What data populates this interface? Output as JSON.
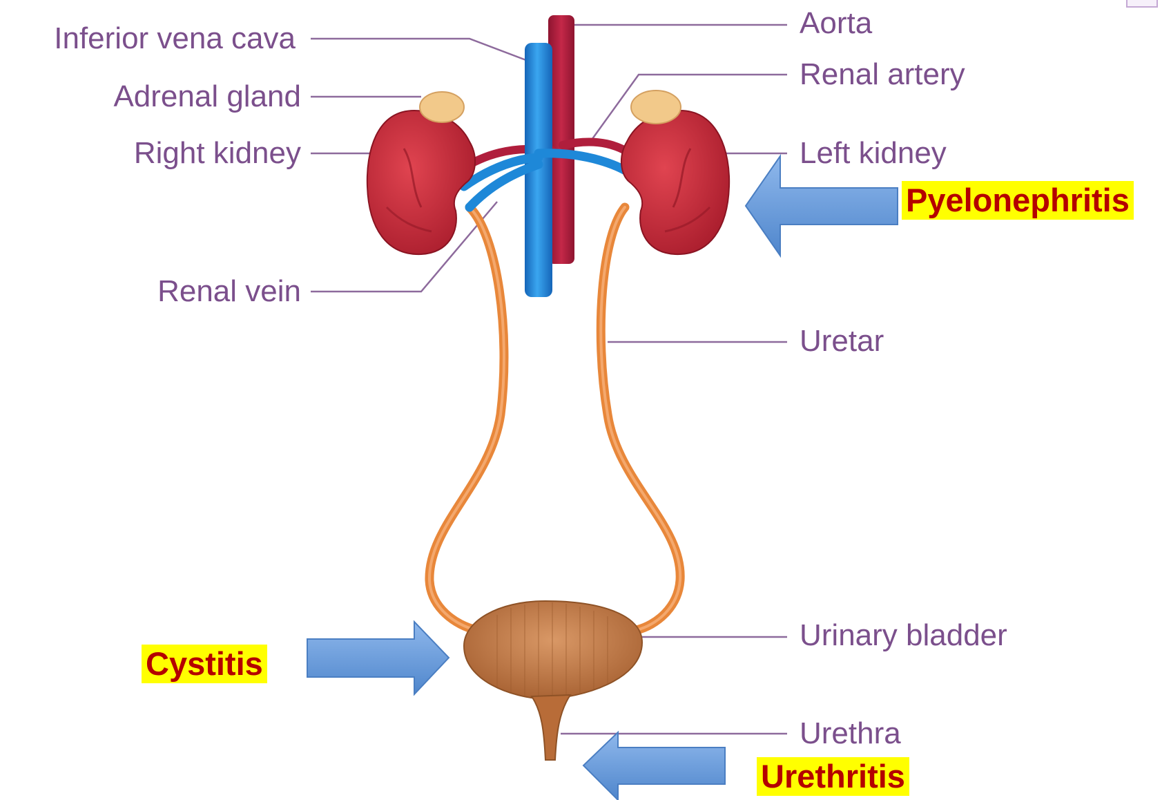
{
  "labels": {
    "inferior_vena_cava": "Inferior vena cava",
    "adrenal_gland": "Adrenal gland",
    "right_kidney": "Right kidney",
    "renal_vein": "Renal vein",
    "aorta": "Aorta",
    "renal_artery": "Renal artery",
    "left_kidney": "Left kidney",
    "uretar": "Uretar",
    "urinary_bladder": "Urinary bladder",
    "urethra": "Urethra"
  },
  "callouts": {
    "pyelonephritis": "Pyelonephritis",
    "cystitis": "Cystitis",
    "urethritis": "Urethritis"
  },
  "colors": {
    "label_text": "#7b4f8c",
    "leader_line": "#8d6a9c",
    "kidney": "#c8303c",
    "adrenal": "#f2c98a",
    "vein": "#1e88d8",
    "artery": "#b01e3c",
    "ureter": "#e8873a",
    "bladder": "#c27a48",
    "arrow": "#6e9fdc",
    "callout_text": "#b40000",
    "callout_highlight": "#ffff00"
  }
}
